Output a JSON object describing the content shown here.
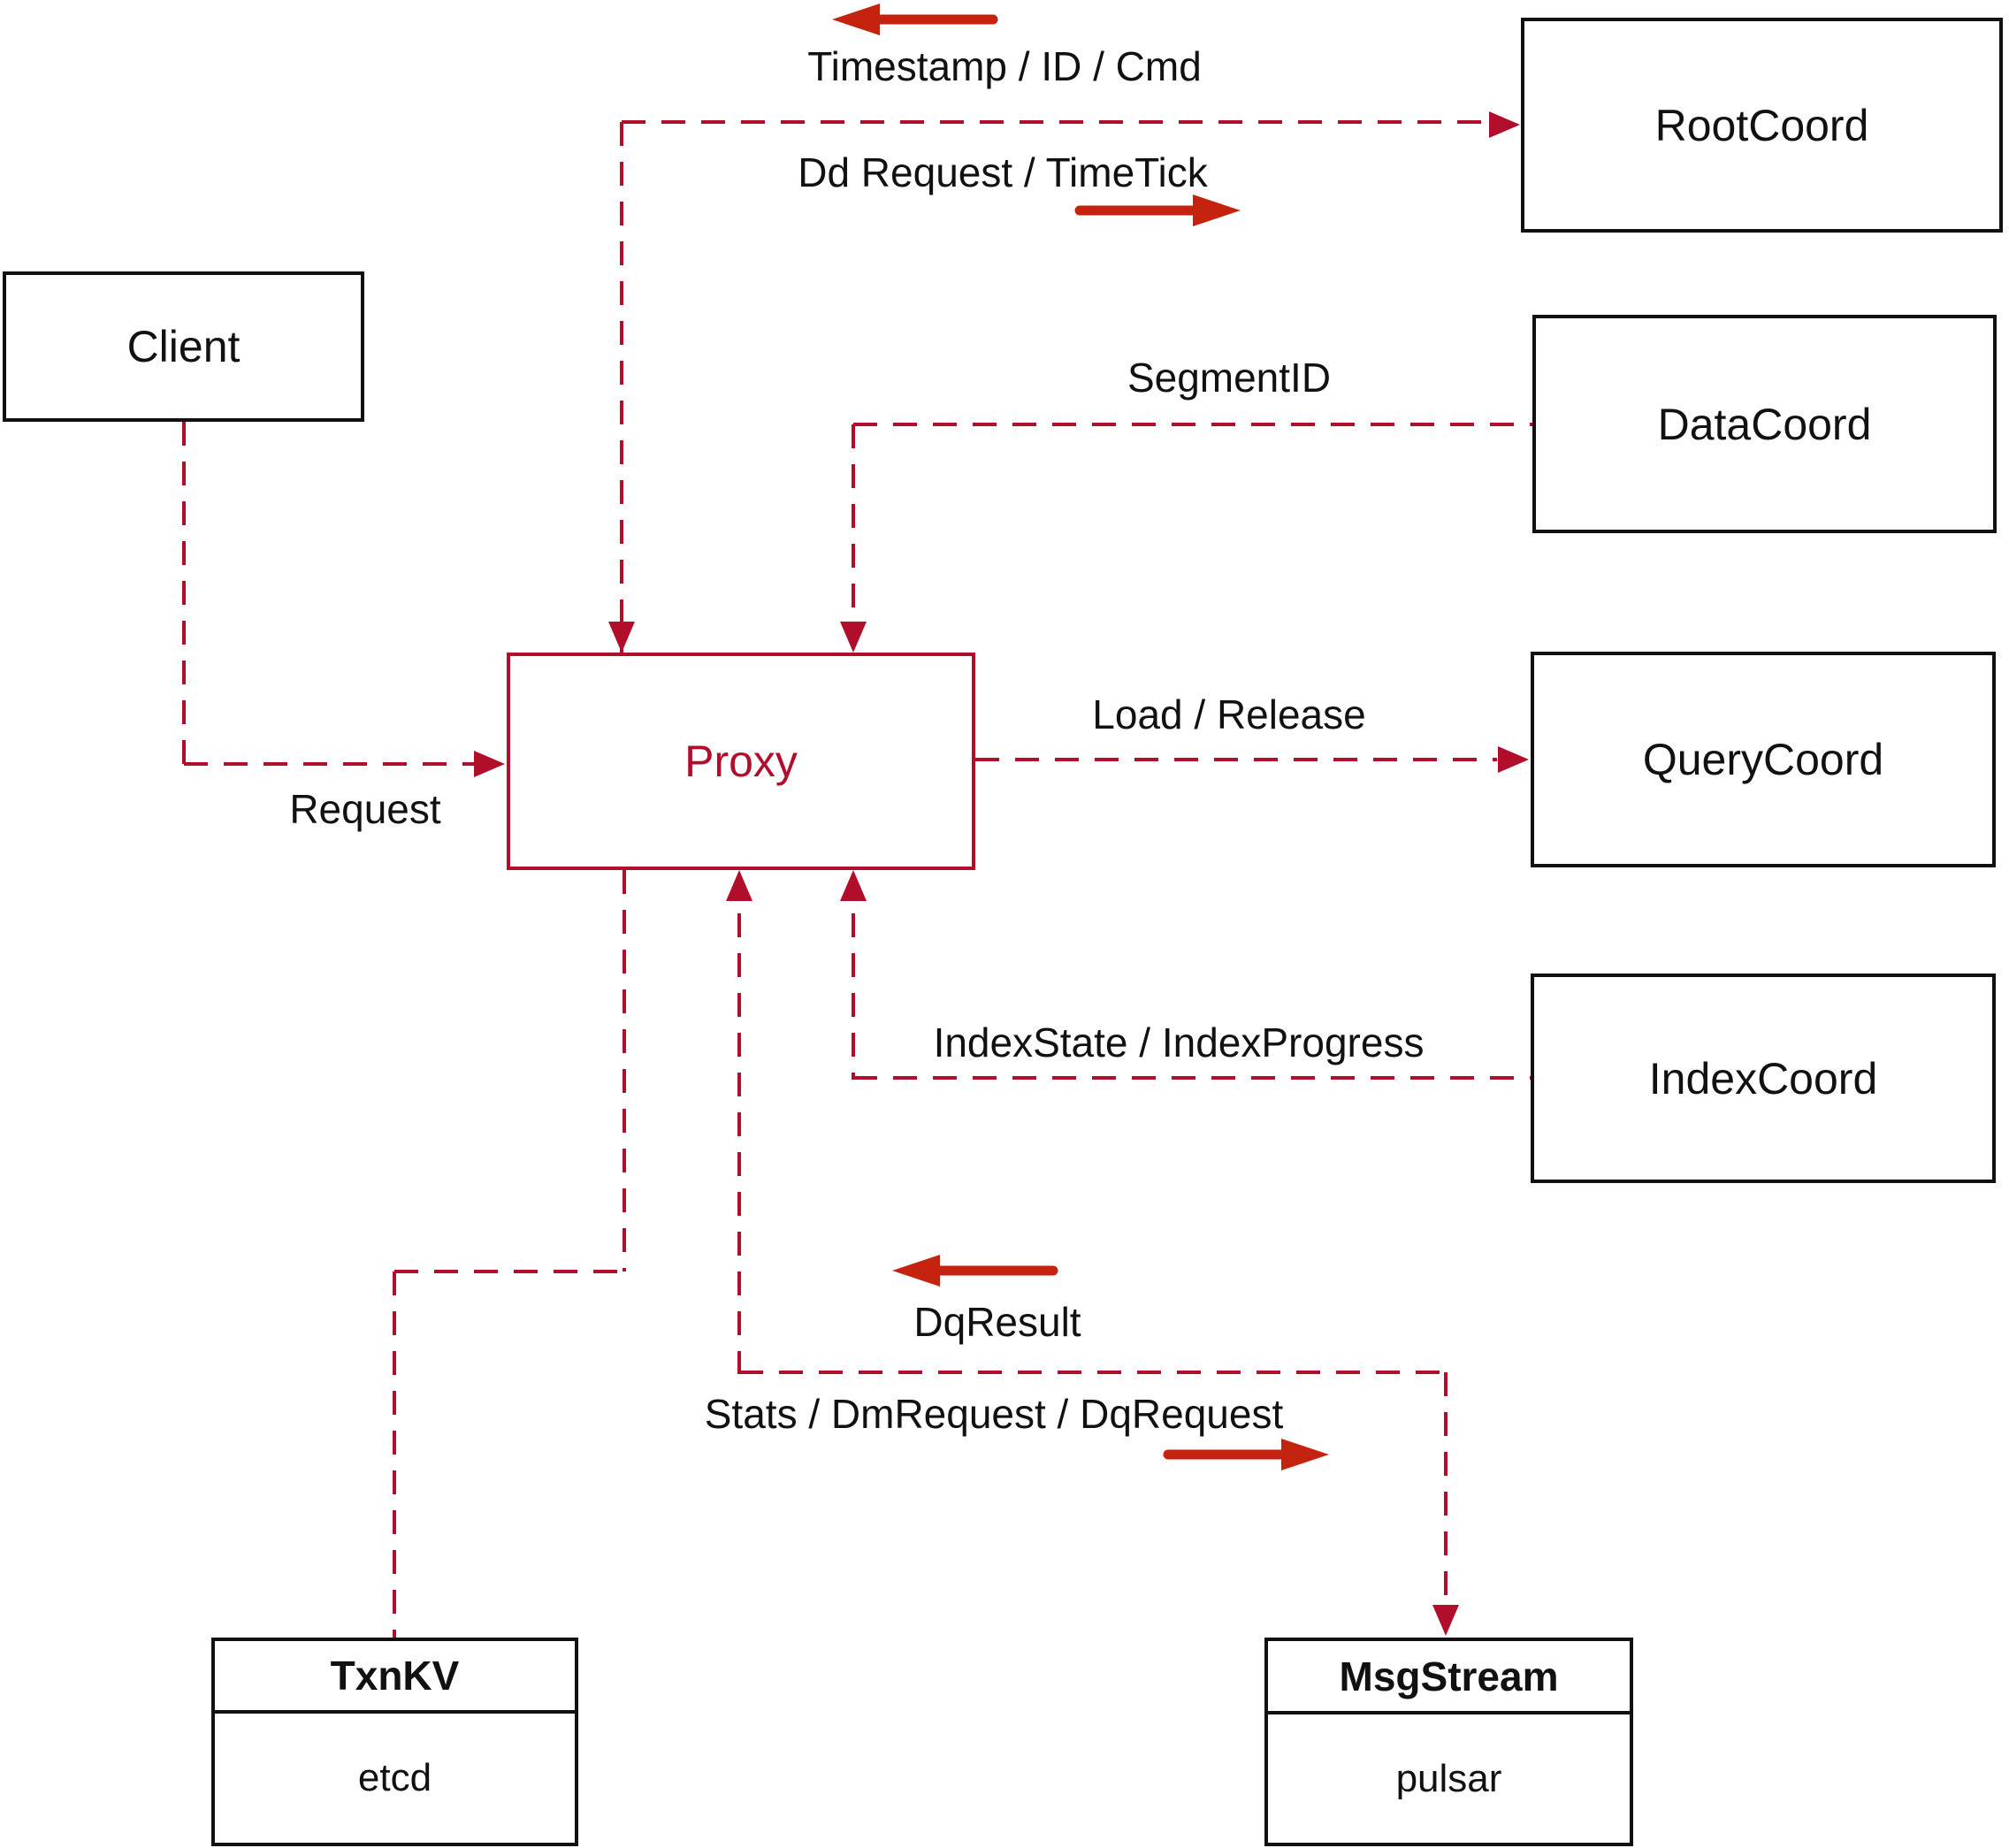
{
  "colors": {
    "dashed_line": "#b10e2b",
    "solid_arrow": "#c42310",
    "box_border": "#111111",
    "text": "#111111",
    "background": "#ffffff"
  },
  "nodes": {
    "client": {
      "label": "Client"
    },
    "proxy": {
      "label": "Proxy"
    },
    "rootcoord": {
      "label": "RootCoord"
    },
    "datacoord": {
      "label": "DataCoord"
    },
    "querycoord": {
      "label": "QueryCoord"
    },
    "indexcoord": {
      "label": "IndexCoord"
    },
    "txnkv": {
      "title": "TxnKV",
      "impl": "etcd"
    },
    "msgstream": {
      "title": "MsgStream",
      "impl": "pulsar"
    }
  },
  "edges": {
    "proxy_rootcoord": {
      "label_return": "Timestamp / ID / Cmd",
      "label_send": "Dd Request / TimeTick"
    },
    "datacoord_proxy": {
      "label": "SegmentID"
    },
    "proxy_querycoord": {
      "label": "Load / Release"
    },
    "indexcoord_proxy": {
      "label": "IndexState / IndexProgress"
    },
    "client_proxy": {
      "label": "Request"
    },
    "proxy_msgstream": {
      "label_return": "DqResult",
      "label_send": "Stats / DmRequest / DqRequest"
    }
  }
}
